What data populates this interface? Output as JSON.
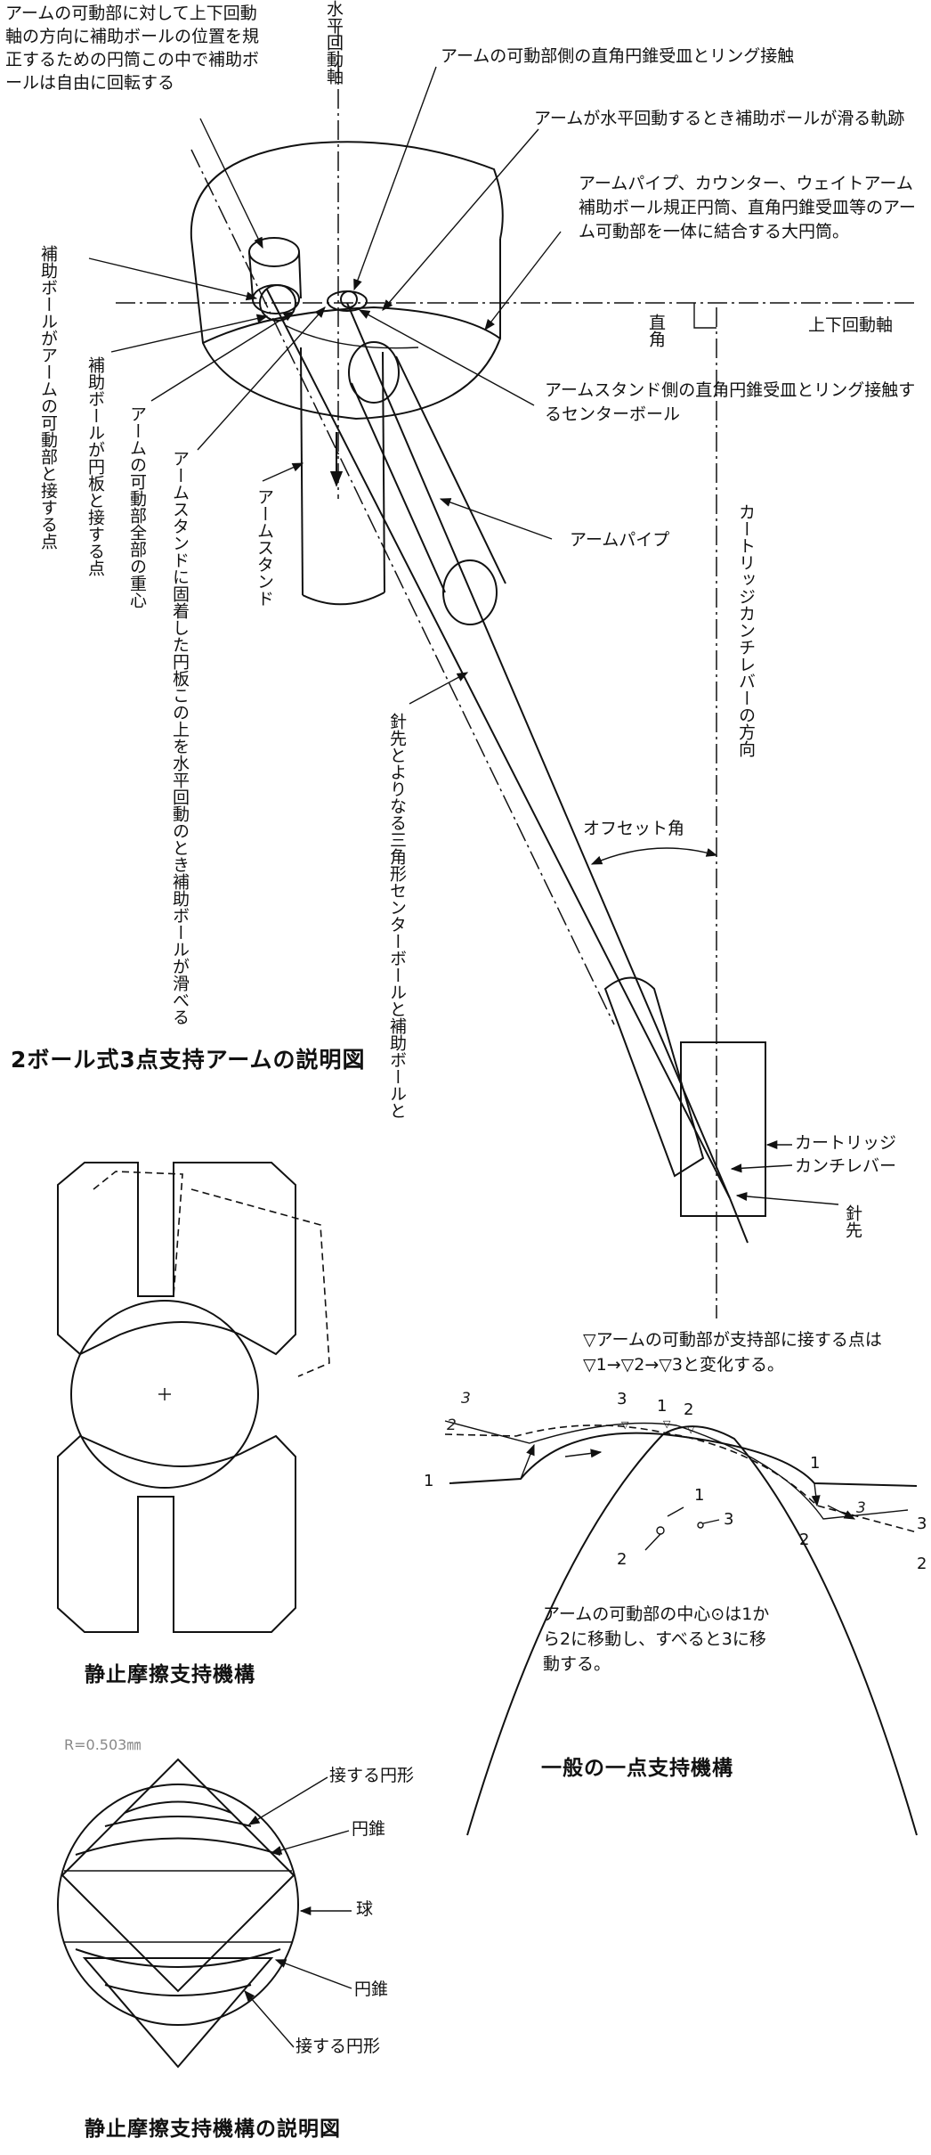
{
  "fig1": {
    "title": "2ボール式3点支持アームの説明図",
    "label_cylinder_restrict": "アームの可動部に対して上下回動軸の方向に補助ボールの位置を規正するための円筒この中で補助ボールは自由に回転する",
    "label_horizontal_axis": "水平回動軸",
    "label_cone_ring": "アームの可動部側の直角円錐受皿とリング接触",
    "label_trace": "アームが水平回動するとき補助ボールが滑る軌跡",
    "label_big_cylinder": "アームパイプ、カウンター、ウェイトアーム補助ボール規正円筒、直角円錐受皿等のアーム可動部を一体に結合する大円筒。",
    "label_right_angle": "直角",
    "label_vertical_axis": "上下回動軸",
    "label_center_ball": "アームスタンド側の直角円錐受皿とリング接触するセンターボール",
    "label_arm_pipe": "アームパイプ",
    "label_aux_ball_contact": "補助ボールがアームの可動部と接する点",
    "label_aux_ball_disc": "補助ボールが円板と接する点",
    "label_cog": "アームの可動部全部の重心",
    "label_disc": "アームスタンドに固着した円板この上を水平回動のとき補助ボールが滑べる",
    "label_arm_stand": "アームスタンド",
    "label_triangle": "針先とよりなる三角形センターボールと補助ボールと",
    "label_cantilever_dir": "カートリッジカンチレバーの方向",
    "label_offset": "オフセット角",
    "label_cartridge": "カートリッジ",
    "label_cantilever": "カンチレバー",
    "label_stylus": "針先"
  },
  "fig2": {
    "title": "静止摩擦支持機構"
  },
  "fig3": {
    "title": "一般の一点支持機構",
    "note_top": "▽アームの可動部が支持部に接する点は▽1→▽2→▽3と変化する。",
    "note_bottom": "アームの可動部の中心⊙は1から2に移動し、すべると3に移動する。",
    "n1": "1",
    "n2": "2",
    "n3": "3"
  },
  "fig4": {
    "title": "静止摩擦支持機構の説明図",
    "radius": "R=0.503㎜",
    "label_circle_top": "接する円形",
    "label_cone_top": "円錐",
    "label_sphere": "球",
    "label_cone_bottom": "円錐",
    "label_circle_bottom": "接する円形"
  }
}
